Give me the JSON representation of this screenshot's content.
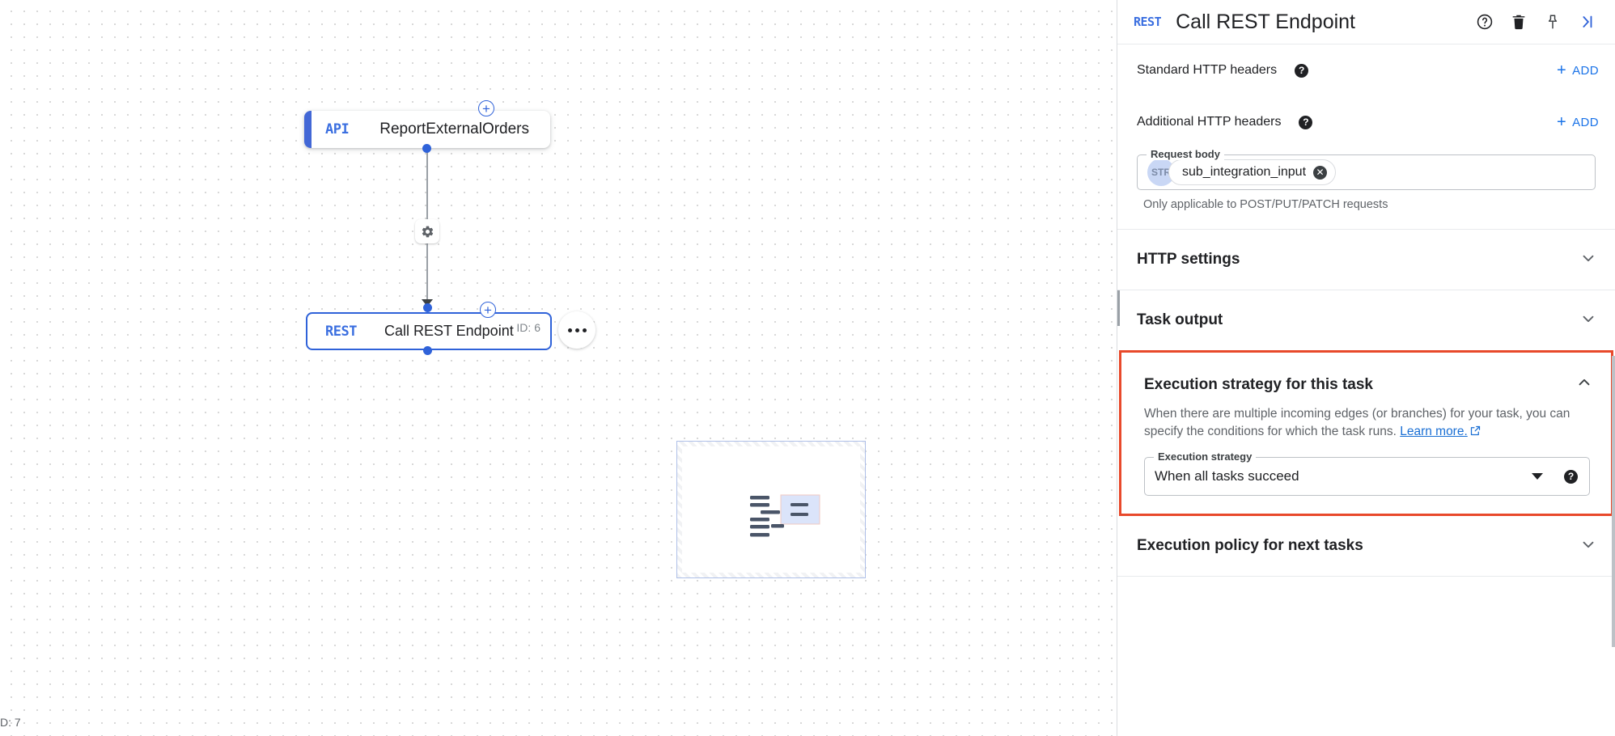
{
  "canvas": {
    "nodes": [
      {
        "badge": "API",
        "label": "ReportExternalOrders",
        "id_label": ""
      },
      {
        "badge": "REST",
        "label": "Call REST Endpoint",
        "id_label": "ID: 6"
      }
    ],
    "corner_id_label": "D: 7",
    "icons": {
      "edge_gear": "gear-icon",
      "add_handle": "plus-circle-icon",
      "more": "more-horizontal-icon"
    },
    "accent_color": "#2f62d9"
  },
  "panel": {
    "header": {
      "badge": "REST",
      "title": "Call REST Endpoint",
      "icons": [
        "help-circle-icon",
        "trash-icon",
        "pin-icon",
        "collapse-right-icon"
      ]
    },
    "standard_headers": {
      "label": "Standard HTTP headers",
      "add_label": "ADD",
      "plus": "+"
    },
    "additional_headers": {
      "label": "Additional HTTP headers",
      "add_label": "ADD",
      "plus": "+"
    },
    "request_body": {
      "legend": "Request body",
      "type_badge": "STR",
      "chip_value": "sub_integration_input",
      "helper": "Only applicable to POST/PUT/PATCH requests"
    },
    "sections": [
      {
        "title": "HTTP settings",
        "state": "collapsed"
      },
      {
        "title": "Task output",
        "state": "collapsed"
      },
      {
        "title": "Execution policy for next tasks",
        "state": "collapsed"
      }
    ],
    "execution_strategy": {
      "title": "Execution strategy for this task",
      "description_line1": "When there are multiple incoming edges (or branches) for your task,",
      "description_line2": "you can specify the conditions for which the task runs.",
      "link_text": "Learn more.",
      "select_legend": "Execution strategy",
      "select_value": "When all tasks succeed",
      "highlight_color": "#e8492b"
    }
  }
}
